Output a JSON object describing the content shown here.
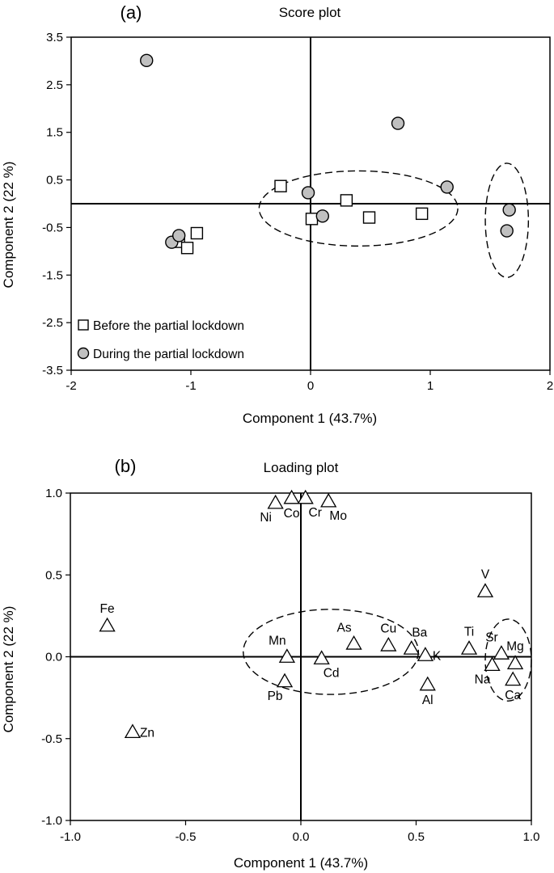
{
  "chart_data": [
    {
      "panel_label": "(a)",
      "title": "Score plot",
      "type": "scatter",
      "xlabel": "Component 1 (43.7%)",
      "ylabel": "Component 2 (22 %)",
      "xlim": [
        -2,
        2
      ],
      "ylim": [
        -3.5,
        3.5
      ],
      "xticks": [
        "-2",
        "-1",
        "0",
        "1",
        "2"
      ],
      "yticks": [
        "-3.5",
        "-2.5",
        "-1.5",
        "-0.5",
        "0.5",
        "1.5",
        "2.5",
        "3.5"
      ],
      "grid": false,
      "legend_position": "bottom-left",
      "series": [
        {
          "name": "Before the partial lockdown",
          "marker": "square",
          "color": "#ffffff",
          "points": [
            {
              "x": -0.25,
              "y": 0.37
            },
            {
              "x": 0.3,
              "y": 0.07
            },
            {
              "x": 0.01,
              "y": -0.32
            },
            {
              "x": 0.49,
              "y": -0.29
            },
            {
              "x": 0.93,
              "y": -0.21
            },
            {
              "x": -0.95,
              "y": -0.62
            },
            {
              "x": -1.1,
              "y": -0.8
            },
            {
              "x": -1.03,
              "y": -0.93
            }
          ]
        },
        {
          "name": "During the partial lockdown",
          "marker": "circle",
          "color": "#c0c0c0",
          "points": [
            {
              "x": -1.37,
              "y": 3.01
            },
            {
              "x": 0.73,
              "y": 1.69
            },
            {
              "x": 1.14,
              "y": 0.35
            },
            {
              "x": -0.02,
              "y": 0.23
            },
            {
              "x": 0.1,
              "y": -0.26
            },
            {
              "x": 1.66,
              "y": -0.13
            },
            {
              "x": 1.64,
              "y": -0.57
            },
            {
              "x": -1.16,
              "y": -0.81
            },
            {
              "x": -1.1,
              "y": -0.67
            }
          ]
        }
      ],
      "ellipses": [
        {
          "cx": 0.4,
          "cy": -0.1,
          "rx": 0.83,
          "ry": 0.79
        },
        {
          "cx": 1.64,
          "cy": -0.35,
          "rx": 0.18,
          "ry": 1.2
        }
      ]
    },
    {
      "panel_label": "(b)",
      "title": "Loading plot",
      "type": "scatter",
      "xlabel": "Component 1 (43.7%)",
      "ylabel": "Component 2 (22 %)",
      "xlim": [
        -1.0,
        1.0
      ],
      "ylim": [
        -1.0,
        1.0
      ],
      "xticks": [
        "-1.0",
        "-0.5",
        "0.0",
        "0.5",
        "1.0"
      ],
      "yticks": [
        "-1.0",
        "-0.5",
        "0.0",
        "0.5",
        "1.0"
      ],
      "grid": false,
      "marker": "triangle",
      "points": [
        {
          "label": "Ni",
          "x": -0.11,
          "y": 0.94,
          "label_pos": "below-left"
        },
        {
          "label": "Co",
          "x": -0.04,
          "y": 0.97,
          "label_pos": "below"
        },
        {
          "label": "Cr",
          "x": 0.02,
          "y": 0.97,
          "label_pos": "below-right"
        },
        {
          "label": "Mo",
          "x": 0.12,
          "y": 0.95,
          "label_pos": "below-right"
        },
        {
          "label": "V",
          "x": 0.8,
          "y": 0.4,
          "label_pos": "above"
        },
        {
          "label": "Fe",
          "x": -0.84,
          "y": 0.19,
          "label_pos": "above"
        },
        {
          "label": "As",
          "x": 0.23,
          "y": 0.08,
          "label_pos": "above-left"
        },
        {
          "label": "Cu",
          "x": 0.38,
          "y": 0.07,
          "label_pos": "above"
        },
        {
          "label": "Ba",
          "x": 0.48,
          "y": 0.05,
          "label_pos": "above-right"
        },
        {
          "label": "K",
          "x": 0.54,
          "y": 0.01,
          "label_pos": "right"
        },
        {
          "label": "Ti",
          "x": 0.73,
          "y": 0.05,
          "label_pos": "above"
        },
        {
          "label": "Sr",
          "x": 0.87,
          "y": 0.02,
          "label_pos": "above-left"
        },
        {
          "label": "Mg",
          "x": 0.93,
          "y": -0.04,
          "label_pos": "above"
        },
        {
          "label": "Na",
          "x": 0.83,
          "y": -0.05,
          "label_pos": "below-left"
        },
        {
          "label": "Ca",
          "x": 0.92,
          "y": -0.14,
          "label_pos": "below"
        },
        {
          "label": "Mn",
          "x": -0.06,
          "y": 0.0,
          "label_pos": "above-left"
        },
        {
          "label": "Cd",
          "x": 0.09,
          "y": -0.01,
          "label_pos": "below-right"
        },
        {
          "label": "Pb",
          "x": -0.07,
          "y": -0.15,
          "label_pos": "below-left"
        },
        {
          "label": "Al",
          "x": 0.55,
          "y": -0.17,
          "label_pos": "below"
        },
        {
          "label": "Zn",
          "x": -0.73,
          "y": -0.46,
          "label_pos": "right"
        }
      ],
      "ellipses": [
        {
          "cx": 0.13,
          "cy": 0.03,
          "rx": 0.38,
          "ry": 0.26
        },
        {
          "cx": 0.9,
          "cy": -0.02,
          "rx": 0.1,
          "ry": 0.25
        }
      ]
    }
  ]
}
